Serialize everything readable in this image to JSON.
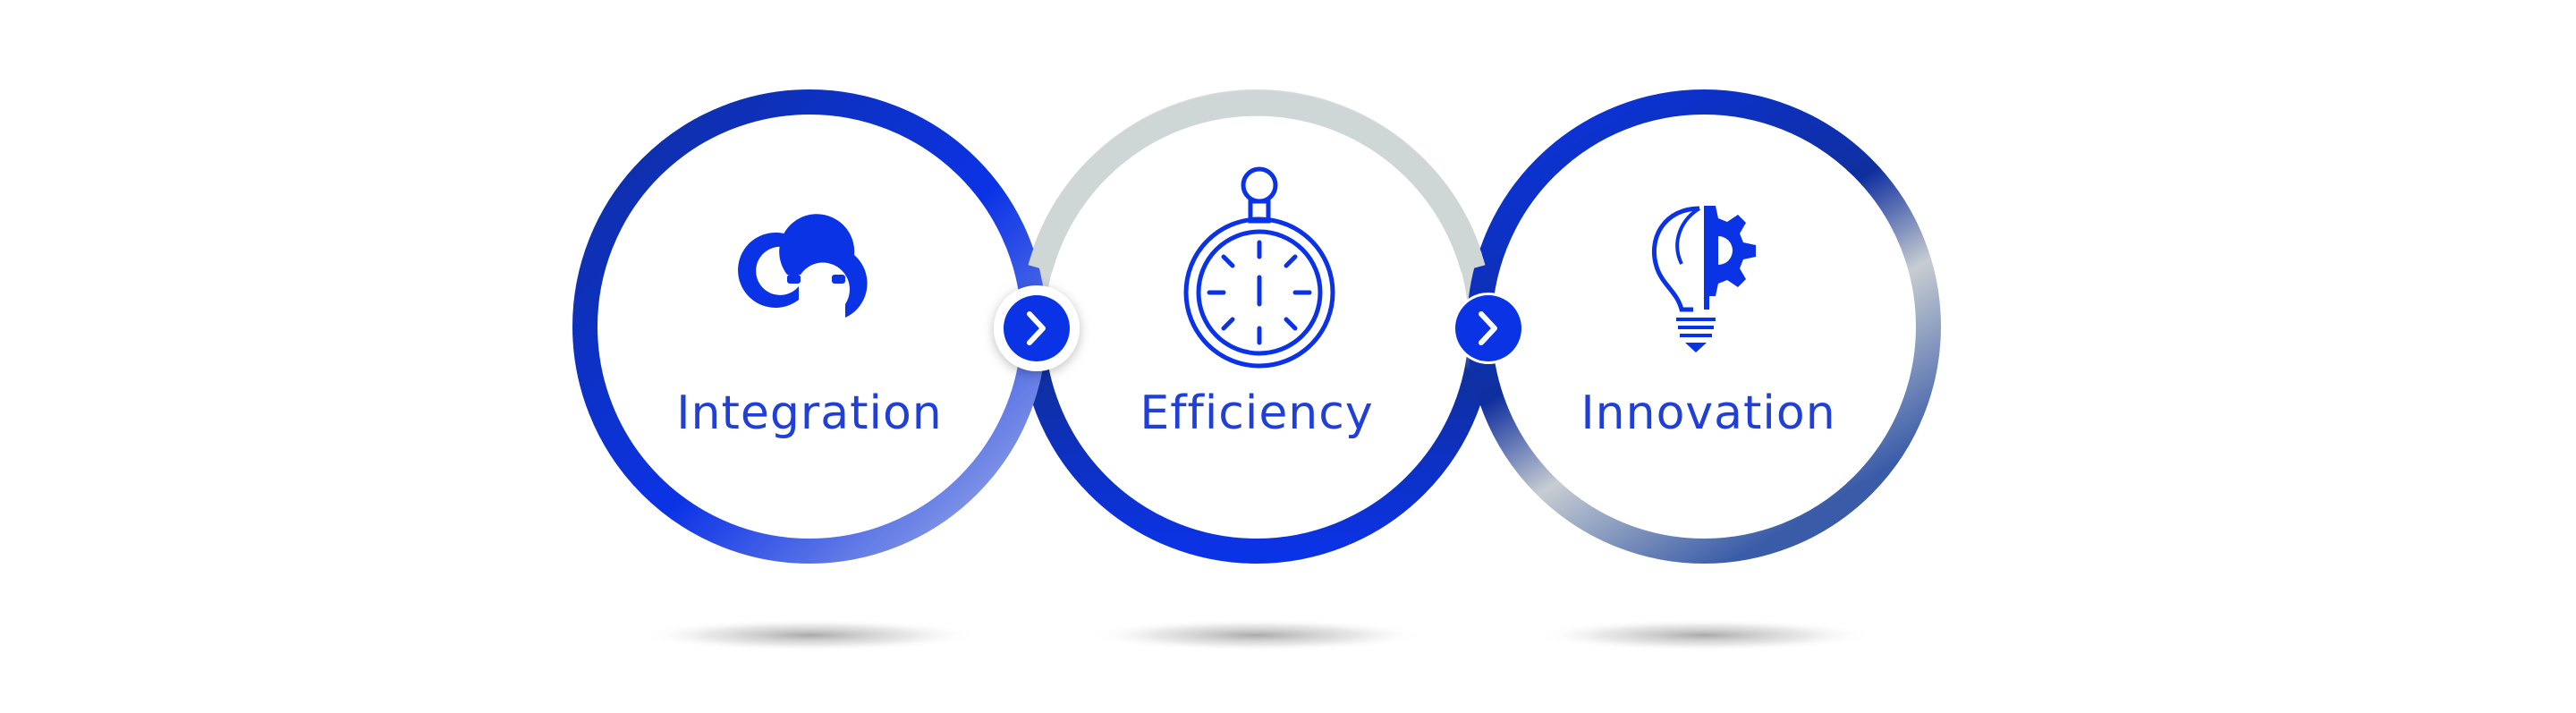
{
  "colors": {
    "blue": "#0b33e6",
    "navy": "#0f2f9e",
    "grey_ring": "#cfd6d6",
    "label": "#1f3fd6"
  },
  "steps": [
    {
      "label": "Integration",
      "icon": "link-icon",
      "ring": "blue"
    },
    {
      "label": "Efficiency",
      "icon": "stopwatch-icon",
      "ring": "grey-blue"
    },
    {
      "label": "Innovation",
      "icon": "lightbulb-gear-icon",
      "ring": "blue-grey"
    }
  ],
  "connectors": [
    {
      "icon": "chevron-right-icon"
    },
    {
      "icon": "chevron-right-icon"
    }
  ]
}
